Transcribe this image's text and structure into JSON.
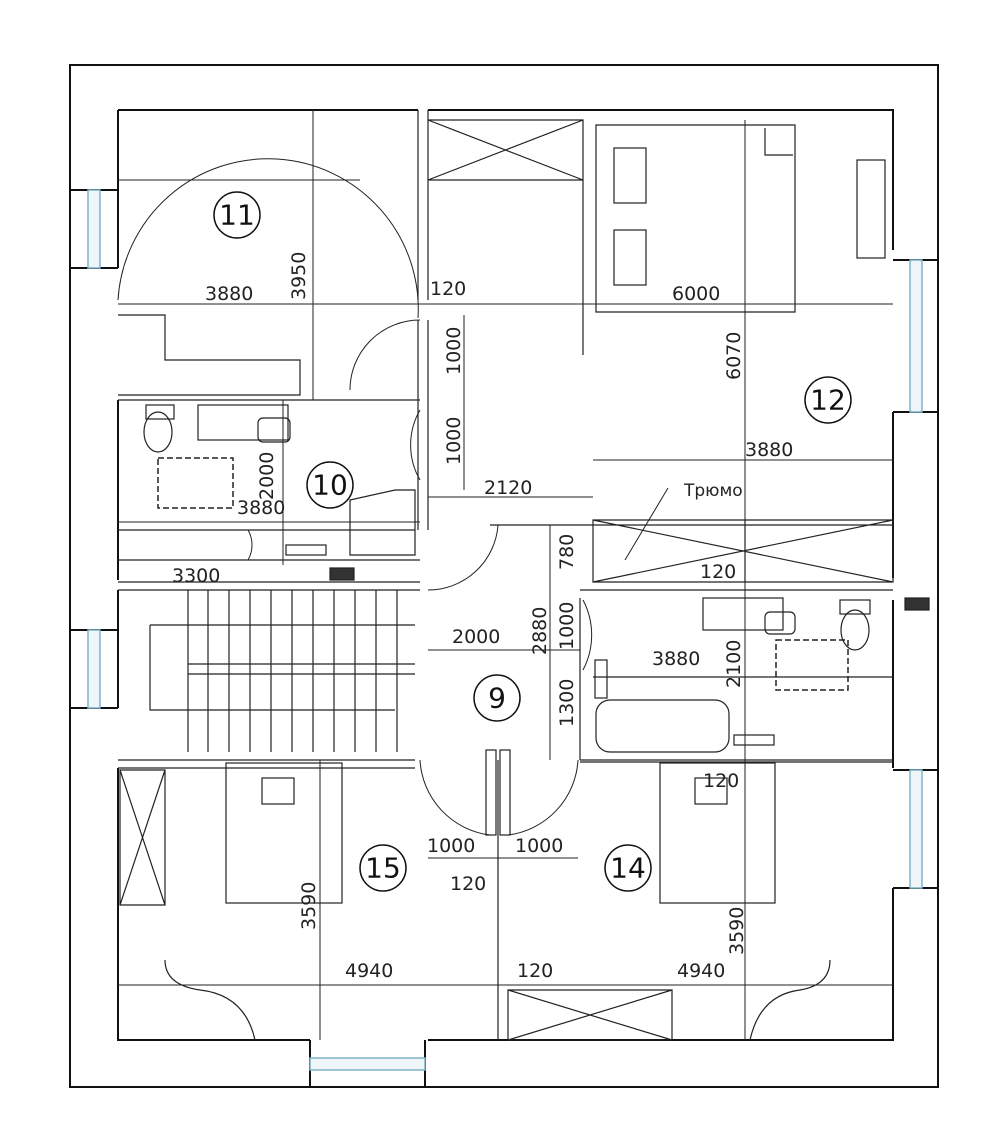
{
  "rooms": {
    "r9": "9",
    "r10": "10",
    "r11": "11",
    "r12": "12",
    "r14": "14",
    "r15": "15"
  },
  "labels": {
    "trumo": "Трюмо"
  },
  "dimensions": {
    "r11_width": "3880",
    "r11_depth": "3950",
    "wall_120_top": "120",
    "r12_width": "6000",
    "door_1000_a": "1000",
    "door_1000_b": "1000",
    "r12_depth": "6070",
    "r12_width2": "3880",
    "r10_depth": "2000",
    "r10_width": "3880",
    "corridor_2120": "2120",
    "stair_3300": "3300",
    "wall_120_mid": "120",
    "d780": "780",
    "d2880": "2880",
    "d1000_c": "1000",
    "d2000": "2000",
    "bath_width": "3880",
    "bath_depth": "2100",
    "d1300": "1300",
    "wall_120_bath": "120",
    "door_1000_l": "1000",
    "door_1000_r": "1000",
    "wall_120_low": "120",
    "r15_depth": "3590",
    "r14_depth": "3590",
    "r15_width": "4940",
    "wall_120_bottom": "120",
    "r14_width": "4940"
  }
}
